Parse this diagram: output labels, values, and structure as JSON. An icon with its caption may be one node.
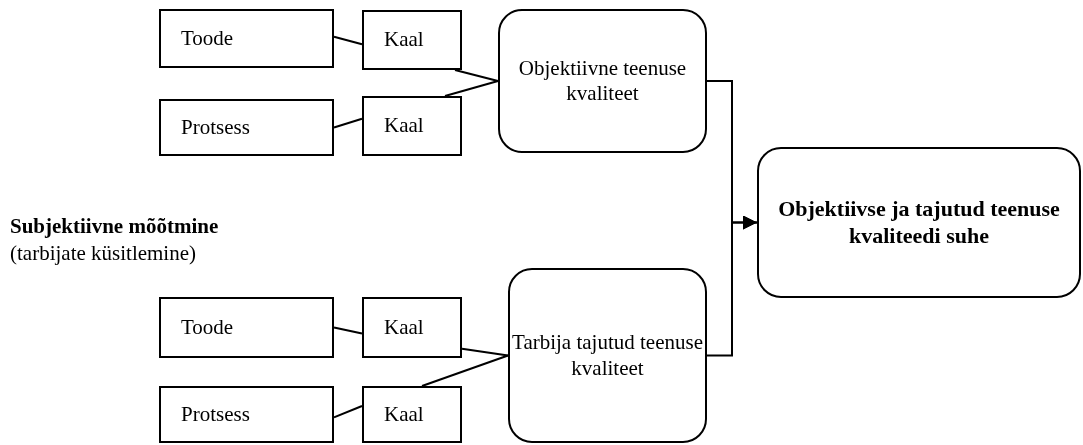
{
  "diagram": {
    "nodes": [
      {
        "text": [
          "Toode"
        ]
      },
      {
        "text": [
          "Kaal"
        ]
      },
      {
        "text": [
          "Protsess"
        ]
      },
      {
        "text": [
          "Kaal"
        ]
      },
      {
        "text": [
          "Objektiivne teenuse kvaliteet"
        ]
      },
      {
        "text": [
          "Toode"
        ]
      },
      {
        "text": [
          "Kaal"
        ]
      },
      {
        "text": [
          "Protsess"
        ]
      },
      {
        "text": [
          "Kaal"
        ]
      },
      {
        "text": [
          "Tarbija tajutud teenuse kvaliteet"
        ]
      },
      {
        "text": [
          "Objektiivse ja tajutud teenuse kvaliteedi suhe"
        ]
      }
    ],
    "edges": [
      {
        "from": 0,
        "to": 1,
        "arrow": "none"
      },
      {
        "from": 2,
        "to": 3,
        "arrow": "none"
      },
      {
        "from": 1,
        "to": 4,
        "arrow": "none"
      },
      {
        "from": 3,
        "to": 4,
        "arrow": "none"
      },
      {
        "from": 5,
        "to": 6,
        "arrow": "none"
      },
      {
        "from": 7,
        "to": 8,
        "arrow": "none"
      },
      {
        "from": 6,
        "to": 9,
        "arrow": "none"
      },
      {
        "from": 8,
        "to": 9,
        "arrow": "none"
      },
      {
        "from": 4,
        "to": 10,
        "arrow": "to"
      },
      {
        "from": 9,
        "to": 10,
        "arrow": "to"
      }
    ],
    "labels": [
      "Subjektiivne mõõtmine",
      "(tarbijate küsitlemine)"
    ]
  }
}
